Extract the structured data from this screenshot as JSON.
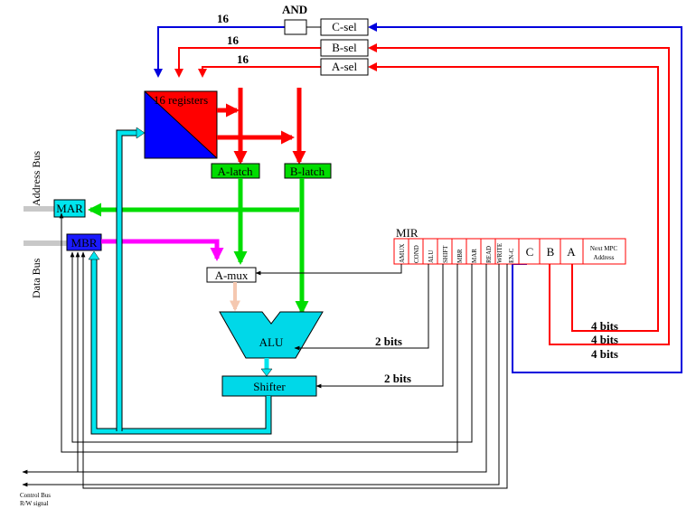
{
  "colors": {
    "red": "#ff0000",
    "blue": "#0000dd",
    "green": "#00dd00",
    "cyan": "#00e5ee",
    "magenta": "#ff00ff",
    "register_blue": "#0000ff",
    "mbr_blue": "#1a1aff",
    "shifter_cyan": "#00d8e8",
    "peach": "#f5c8b0"
  },
  "labels": {
    "and_gate": "AND",
    "c_sel": "C-sel",
    "b_sel": "B-sel",
    "a_sel": "A-sel",
    "registers": "16 registers",
    "a_latch": "A-latch",
    "b_latch": "B-latch",
    "mar": "MAR",
    "mbr": "MBR",
    "a_mux": "A-mux",
    "alu": "ALU",
    "shifter": "Shifter",
    "mir": "MIR",
    "address_bus": "Address Bus",
    "data_bus": "Data Bus",
    "control_bus": "Control Bus",
    "rw_signal": "R/W signal",
    "bus_c": "16",
    "bus_b": "16",
    "bus_a": "16",
    "alu_bits": "2 bits",
    "shift_bits": "2 bits",
    "a_bits": "4 bits",
    "b_bits": "4 bits",
    "c_bits": "4 bits"
  },
  "mir_fields": {
    "amux": "AMUX",
    "cond": "COND",
    "alu": "ALU",
    "shift": "SHIFT",
    "mbr": "MBR",
    "mar": "MAR",
    "read": "READ",
    "write": "WRITE",
    "enc": "EN-C",
    "c": "C",
    "b": "B",
    "a": "A",
    "next_line1": "Next MPC",
    "next_line2": "Address"
  }
}
